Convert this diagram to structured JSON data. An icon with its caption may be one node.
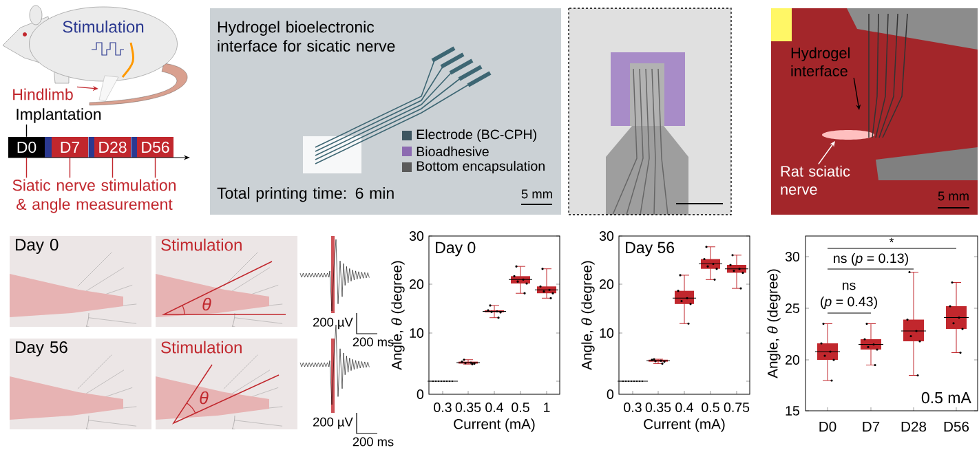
{
  "diagram": {
    "nodes": [
      {
        "text": [
          "Stimulation"
        ]
      },
      {
        "text": [
          "Hindlimb"
        ]
      },
      {
        "text": [
          "Implantation"
        ]
      },
      {
        "text": [
          "D0"
        ]
      },
      {
        "text": [
          "D7"
        ]
      },
      {
        "text": [
          "D28"
        ]
      },
      {
        "text": [
          "D56"
        ]
      },
      {
        "text": [
          "Siatic nerve stimulation & angle measurement"
        ]
      },
      {
        "text": [
          "Hydrogel bioelectronic interface for sicatic nerve",
          "Total printing time: 6 min"
        ]
      },
      {
        "text": [],
        "shape": "picture"
      },
      {
        "text": [
          "Hydrogel interface"
        ],
        "in": 9
      },
      {
        "text": [
          "Rat sciatic nerve"
        ],
        "in": 9
      },
      {
        "text": [
          "Day 0"
        ]
      },
      {
        "text": [
          "Stimulation"
        ]
      },
      {
        "text": [
          "Day 56"
        ]
      },
      {
        "text": [
          "Stimulation"
        ]
      },
      {
        "text": [],
        "shape": "picture"
      }
    ],
    "edges": [
      {
        "from": 1,
        "to": 16,
        "arrow": "to",
        "color": "#c1272d"
      },
      {
        "from": 2,
        "to": 3,
        "arrow": "none",
        "color": "#000000"
      },
      {
        "from": 7,
        "to": 3,
        "arrow": "none",
        "color": "#c1272d"
      },
      {
        "from": 7,
        "to": 4,
        "arrow": "none",
        "color": "#c1272d"
      },
      {
        "from": 7,
        "to": 5,
        "arrow": "none",
        "color": "#c1272d"
      },
      {
        "from": 7,
        "to": 6,
        "arrow": "none",
        "color": "#c1272d"
      },
      {
        "from": 10,
        "to": null,
        "arrow": "to",
        "color": "#000000"
      },
      {
        "from": 11,
        "to": null,
        "arrow": "to",
        "color": "#ffffff"
      }
    ],
    "labels": [
      "5 mm",
      "5 mm",
      "θ",
      "θ",
      "200 µV",
      "200 ms",
      "200 µV",
      "200 ms",
      "30",
      "20",
      "10",
      "0",
      "0.3",
      "0.35",
      "0.4",
      "0.5",
      "1",
      "Day 0",
      "Angle, *θ* (degree)",
      "Current (mA)",
      "30",
      "20",
      "10",
      "0",
      "0.3",
      "0.35",
      "0.4",
      "0.5",
      "0.75",
      "Day 56",
      "Angle, *θ* (degree)",
      "Current (mA)",
      "30",
      "25",
      "20",
      "15",
      "D0",
      "D7",
      "D28",
      "D56",
      "Angle, *θ* (degree)",
      "*",
      "ns (*p* = 0.13)",
      "ns",
      "(*p* = 0.43)",
      "0.5 mA"
    ],
    "legend": [
      {
        "text": "Electrode (BC-CPH)",
        "color": "#3d5560"
      },
      {
        "text": "Bioadhesive",
        "color": "#8c6bb1"
      },
      {
        "text": "Bottom encapsulation",
        "color": "#5a5a5a"
      }
    ]
  }
}
